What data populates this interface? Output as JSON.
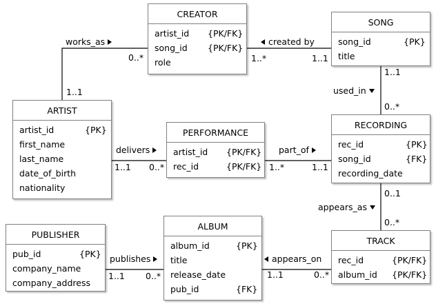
{
  "entities": {
    "creator": {
      "title": "CREATOR",
      "attrs": [
        {
          "name": "artist_id",
          "key": "{PK/FK}"
        },
        {
          "name": "song_id",
          "key": "{PK/FK}"
        },
        {
          "name": "role",
          "key": ""
        }
      ]
    },
    "song": {
      "title": "SONG",
      "attrs": [
        {
          "name": "song_id",
          "key": "{PK}"
        },
        {
          "name": "title",
          "key": ""
        }
      ]
    },
    "artist": {
      "title": "ARTIST",
      "attrs": [
        {
          "name": "artist_id",
          "key": "{PK}"
        },
        {
          "name": "first_name",
          "key": ""
        },
        {
          "name": "last_name",
          "key": ""
        },
        {
          "name": "date_of_birth",
          "key": ""
        },
        {
          "name": "nationality",
          "key": ""
        }
      ]
    },
    "performance": {
      "title": "PERFORMANCE",
      "attrs": [
        {
          "name": "artist_id",
          "key": "{PK/FK}"
        },
        {
          "name": "rec_id",
          "key": "{PK/FK}"
        }
      ]
    },
    "recording": {
      "title": "RECORDING",
      "attrs": [
        {
          "name": "rec_id",
          "key": "{PK}"
        },
        {
          "name": "song_id",
          "key": "{FK}"
        },
        {
          "name": "recording_date",
          "key": ""
        }
      ]
    },
    "publisher": {
      "title": "PUBLISHER",
      "attrs": [
        {
          "name": "pub_id",
          "key": "{PK}"
        },
        {
          "name": "company_name",
          "key": ""
        },
        {
          "name": "company_address",
          "key": ""
        }
      ]
    },
    "album": {
      "title": "ALBUM",
      "attrs": [
        {
          "name": "album_id",
          "key": "{PK}"
        },
        {
          "name": "title",
          "key": ""
        },
        {
          "name": "release_date",
          "key": ""
        },
        {
          "name": "pub_id",
          "key": "{FK}"
        }
      ]
    },
    "track": {
      "title": "TRACK",
      "attrs": [
        {
          "name": "rec_id",
          "key": "{PK/FK}"
        },
        {
          "name": "album_id",
          "key": "{PK/FK}"
        }
      ]
    }
  },
  "relationships": {
    "works_as": {
      "label": "works_as",
      "card_a": "0..*",
      "card_b": "1..1"
    },
    "created_by": {
      "label": "created by",
      "card_a": "1..*",
      "card_b": "1..1"
    },
    "used_in": {
      "label": "used_in",
      "card_a": "1..1",
      "card_b": "0..*"
    },
    "delivers": {
      "label": "delivers",
      "card_a": "1..1",
      "card_b": "0..*"
    },
    "part_of": {
      "label": "part_of",
      "card_a": "1..*",
      "card_b": "1..1"
    },
    "appears_as": {
      "label": "appears_as",
      "card_a": "0..1",
      "card_b": "0..*"
    },
    "publishes": {
      "label": "publishes",
      "card_a": "1..1",
      "card_b": "0..*"
    },
    "appears_on": {
      "label": "appears_on",
      "card_a": "1..1",
      "card_b": "0..*"
    }
  }
}
